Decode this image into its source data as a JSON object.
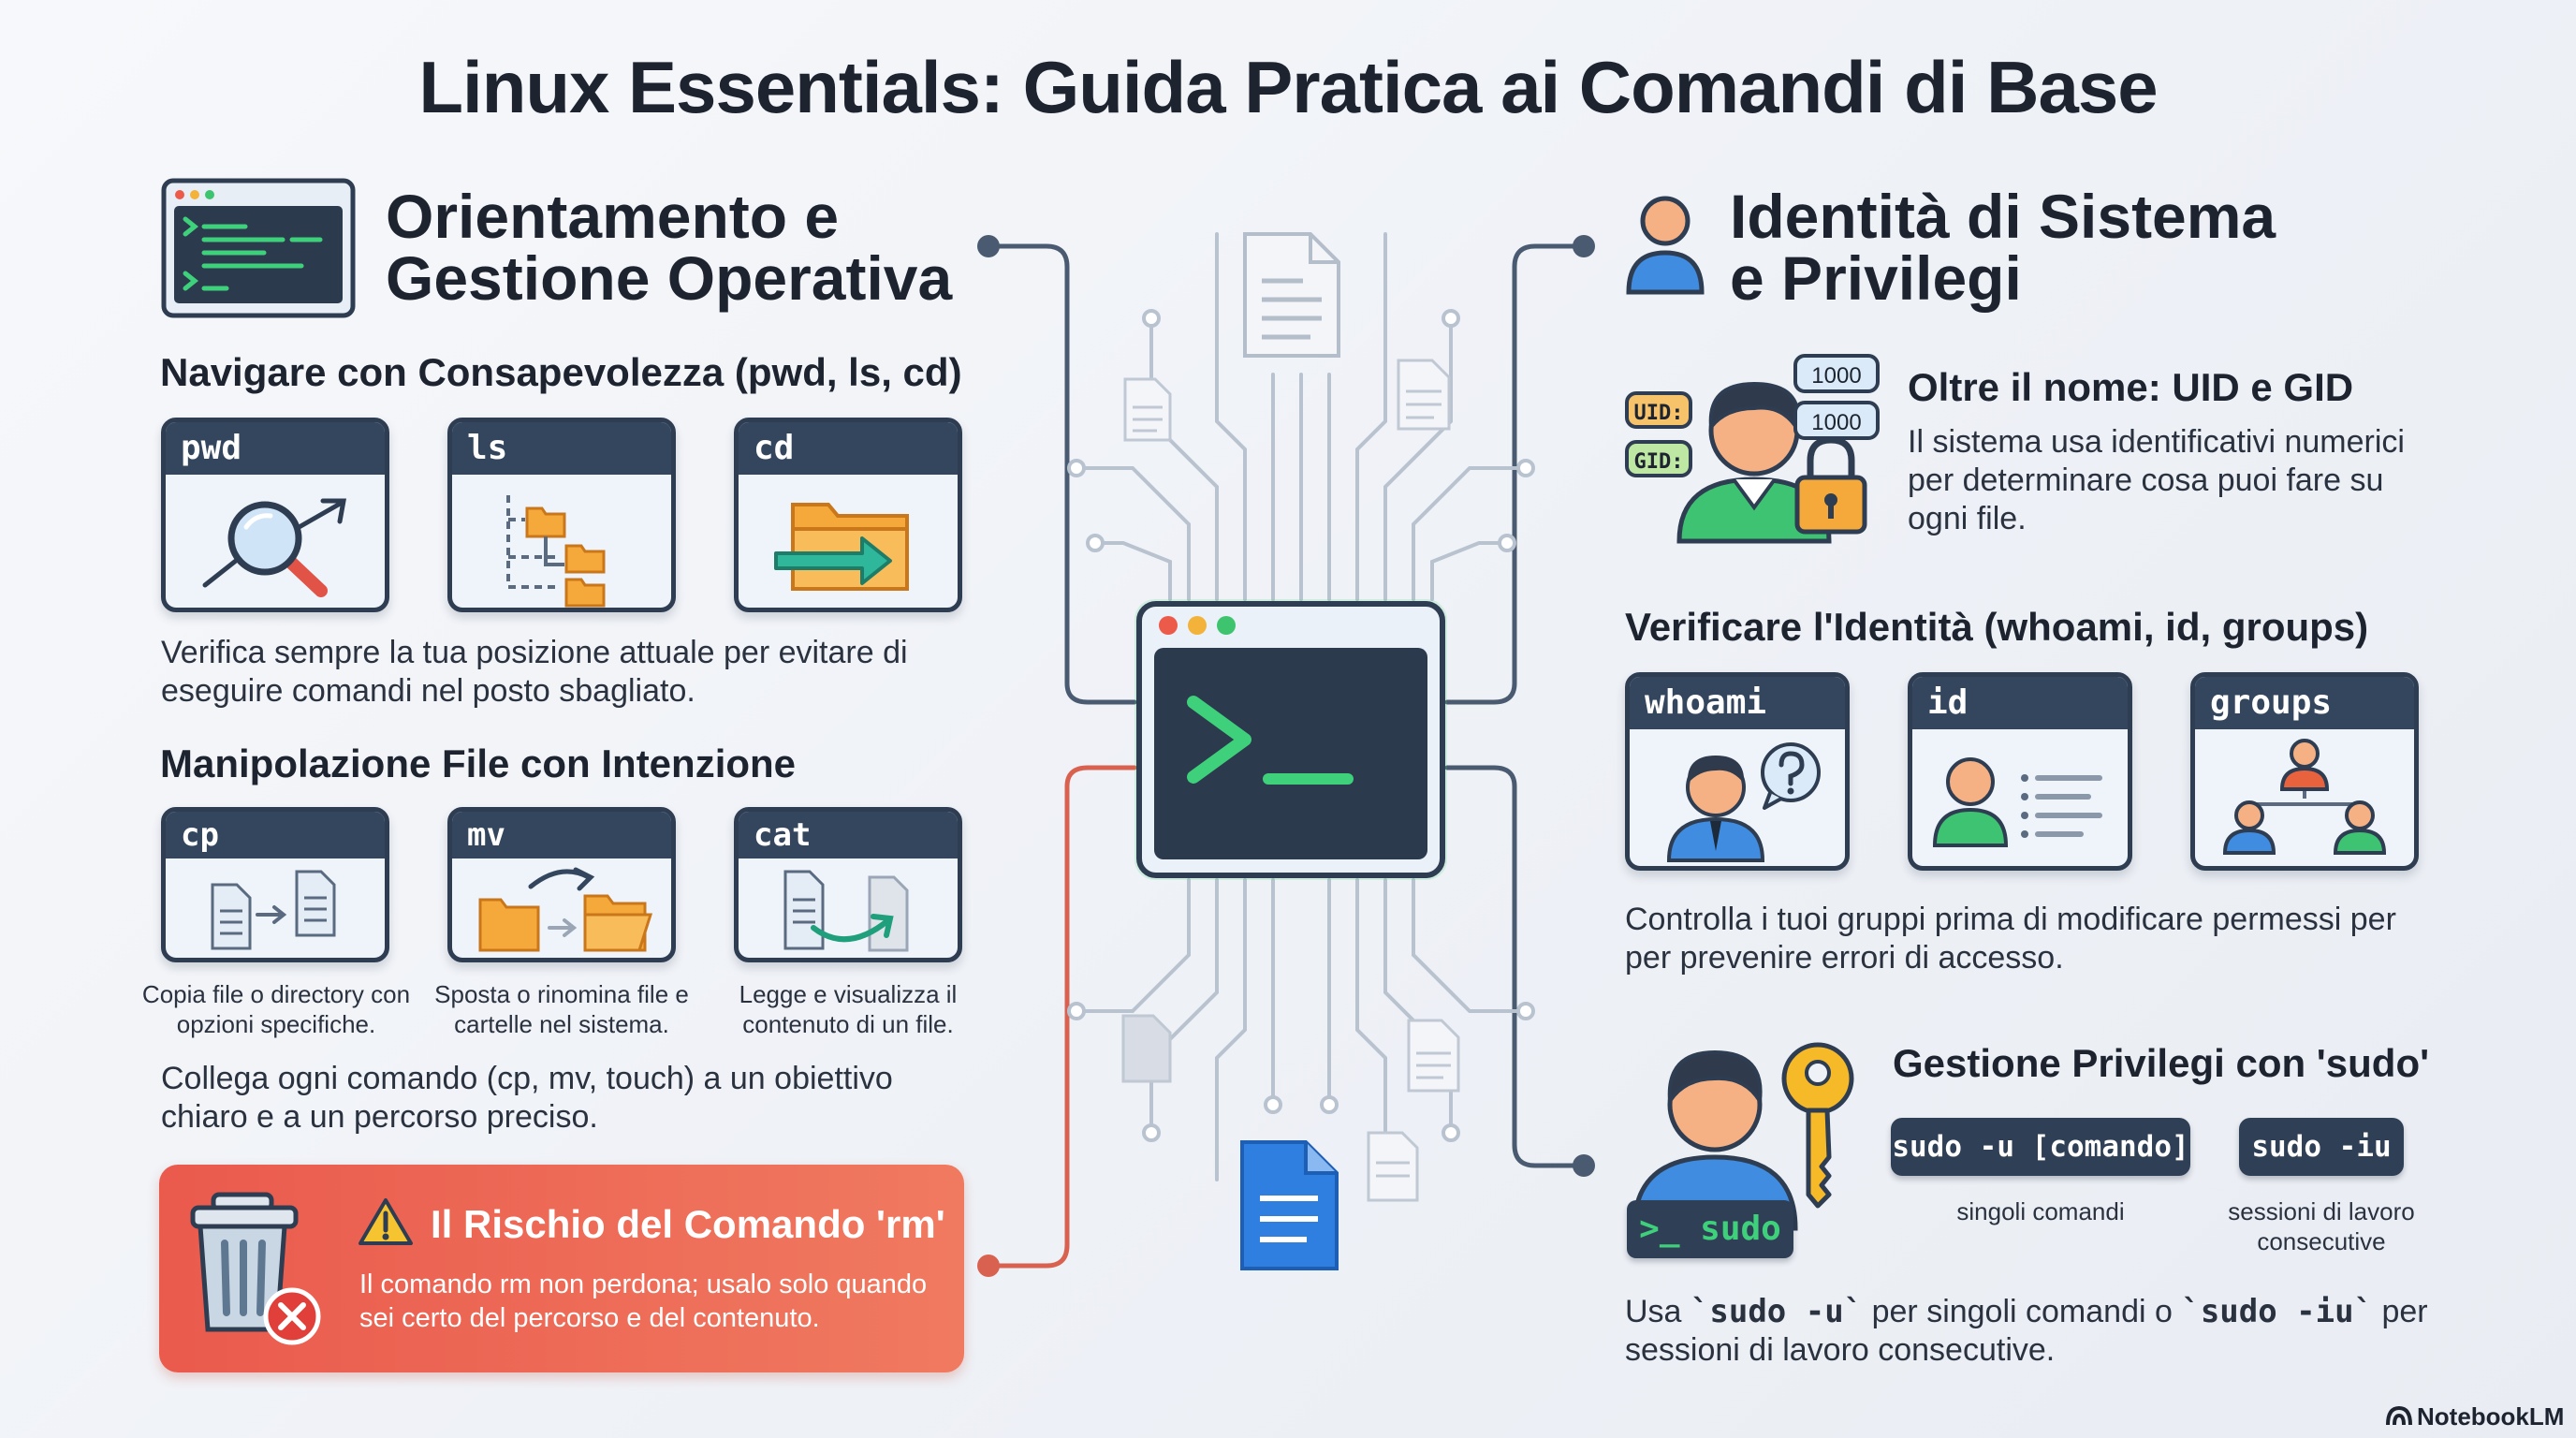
{
  "title": "Linux Essentials: Guida Pratica ai Comandi di Base",
  "left": {
    "heading_line1": "Orientamento e",
    "heading_line2": "Gestione Operativa",
    "nav": {
      "heading": "Navigare con Consapevolezza (pwd, ls, cd)",
      "commands": [
        "pwd",
        "ls",
        "cd"
      ],
      "text": "Verifica sempre la tua posizione attuale per evitare di eseguire comandi nel posto sbagliato."
    },
    "files": {
      "heading": "Manipolazione File con Intenzione",
      "commands": [
        "cp",
        "mv",
        "cat"
      ],
      "captions": [
        "Copia file o directory con opzioni specifiche.",
        "Sposta o rinomina file e cartelle nel sistema.",
        "Legge e visualizza il contenuto di un file."
      ],
      "text": "Collega ogni comando (cp, mv, touch) a un obiettivo chiaro e a un percorso preciso."
    },
    "warning": {
      "title": "Il Rischio del Comando 'rm'",
      "text": "Il comando rm non perdona; usalo solo quando sei certo del percorso e del contenuto."
    }
  },
  "right": {
    "heading_line1": "Identità di Sistema",
    "heading_line2": "e Privilegi",
    "uid": {
      "heading": "Oltre il nome: UID e GID",
      "text": "Il sistema usa identificativi numerici per determinare cosa puoi fare su ogni file.",
      "uid_label": "UID:",
      "gid_label": "GID:",
      "value_1": "1000",
      "value_2": "1000"
    },
    "verify": {
      "heading": "Verificare l'Identità (whoami, id, groups)",
      "commands": [
        "whoami",
        "id",
        "groups"
      ],
      "text": "Controlla i tuoi gruppi prima di modificare permessi per per prevenire errori di accesso."
    },
    "sudo": {
      "heading": "Gestione Privilegi con 'sudo'",
      "badge": ">_ sudo",
      "pill1": "sudo -u [comando]",
      "pill2": "sudo -iu",
      "cap1": "singoli comandi",
      "cap2": "sessioni di lavoro consecutive",
      "text_pre": "Usa ",
      "code1": "`sudo -u`",
      "text_mid": " per singoli comandi o ",
      "code2": "`sudo -iu`",
      "text_post": " per sessioni di lavoro consecutive."
    }
  },
  "brand": "NotebookLM",
  "colors": {
    "navy": "#34465e",
    "accent_green": "#3ed07a",
    "warning": "#ea5a4d",
    "folder": "#f6a93b",
    "doc_blue": "#2f7fe0"
  }
}
